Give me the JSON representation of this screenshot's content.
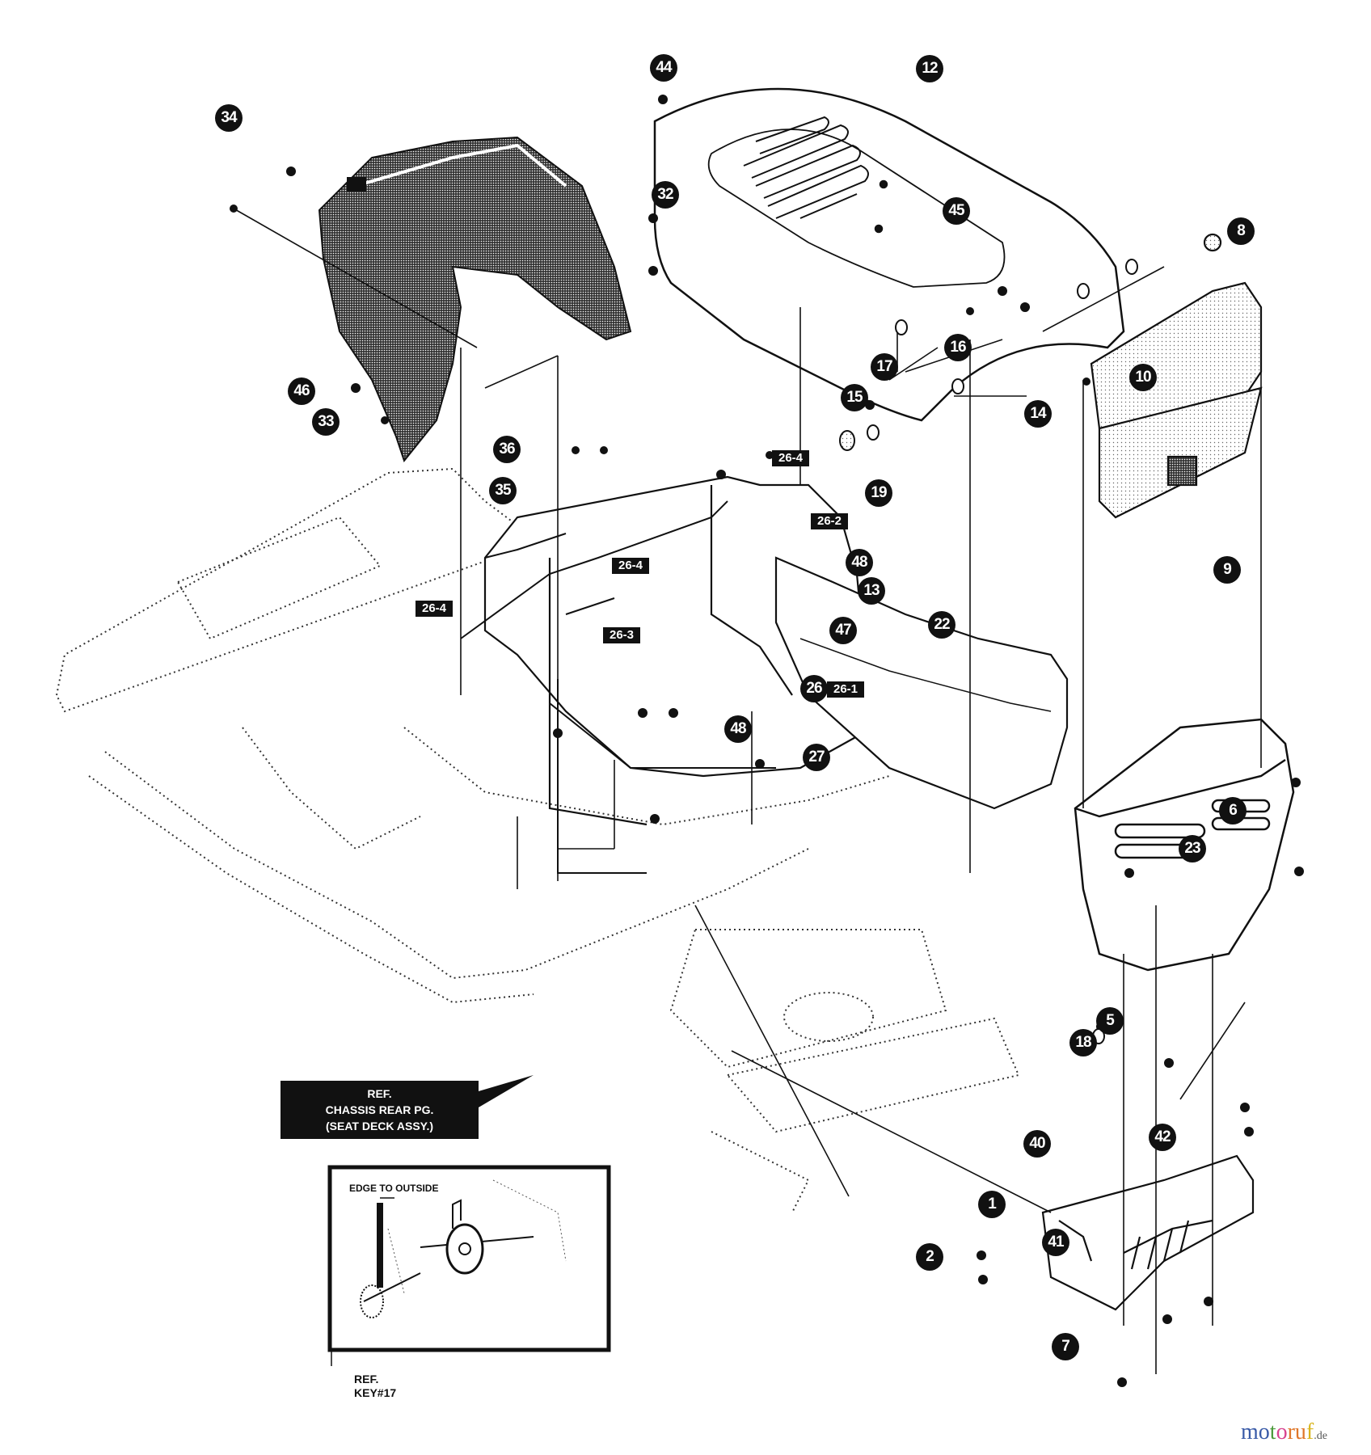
{
  "diagram": {
    "title": "Hood / Dash / Fender Assembly - Exploded Parts View",
    "callouts": [
      {
        "id": "c1",
        "label": "1"
      },
      {
        "id": "c2",
        "label": "2"
      },
      {
        "id": "c5",
        "label": "5"
      },
      {
        "id": "c6",
        "label": "6"
      },
      {
        "id": "c7",
        "label": "7"
      },
      {
        "id": "c8",
        "label": "8"
      },
      {
        "id": "c9",
        "label": "9"
      },
      {
        "id": "c10",
        "label": "10"
      },
      {
        "id": "c12",
        "label": "12"
      },
      {
        "id": "c13",
        "label": "13"
      },
      {
        "id": "c14",
        "label": "14"
      },
      {
        "id": "c15",
        "label": "15"
      },
      {
        "id": "c16",
        "label": "16"
      },
      {
        "id": "c17",
        "label": "17"
      },
      {
        "id": "c18",
        "label": "18"
      },
      {
        "id": "c19",
        "label": "19"
      },
      {
        "id": "c22",
        "label": "22"
      },
      {
        "id": "c23",
        "label": "23"
      },
      {
        "id": "c26",
        "label": "26"
      },
      {
        "id": "c27",
        "label": "27"
      },
      {
        "id": "c32",
        "label": "32"
      },
      {
        "id": "c33",
        "label": "33"
      },
      {
        "id": "c34",
        "label": "34"
      },
      {
        "id": "c35",
        "label": "35"
      },
      {
        "id": "c36",
        "label": "36"
      },
      {
        "id": "c40",
        "label": "40"
      },
      {
        "id": "c41",
        "label": "41"
      },
      {
        "id": "c42",
        "label": "42"
      },
      {
        "id": "c44",
        "label": "44"
      },
      {
        "id": "c45",
        "label": "45"
      },
      {
        "id": "c46",
        "label": "46"
      },
      {
        "id": "c47",
        "label": "47"
      },
      {
        "id": "c48a",
        "label": "48"
      },
      {
        "id": "c48b",
        "label": "48"
      }
    ],
    "sub_tags": [
      {
        "id": "t264a",
        "label": "26-4"
      },
      {
        "id": "t262",
        "label": "26-2"
      },
      {
        "id": "t264b",
        "label": "26-4"
      },
      {
        "id": "t264c",
        "label": "26-4"
      },
      {
        "id": "t263",
        "label": "26-3"
      },
      {
        "id": "t261",
        "label": "26-1"
      }
    ],
    "reference_box": {
      "line1": "REF.",
      "line2": "CHASSIS REAR PG.",
      "line3": "(SEAT DECK ASSY.)"
    },
    "inset": {
      "label": "EDGE TO OUTSIDE",
      "ref_line1": "REF.",
      "ref_line2": "KEY#17"
    },
    "watermark": {
      "letters": [
        "m",
        "o",
        "t",
        "o",
        "r",
        "u",
        "f"
      ],
      "colors": [
        "#3a5ba8",
        "#3a5ba8",
        "#4a9a3a",
        "#d8438f",
        "#e0772a",
        "#e0772a",
        "#d9b620"
      ],
      "suffix": ".de"
    }
  }
}
